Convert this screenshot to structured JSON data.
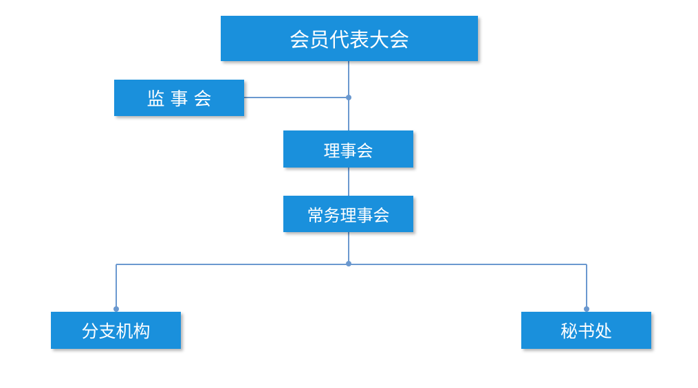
{
  "diagram": {
    "nodes": {
      "top": "会员代表大会",
      "supervisory": "监事会",
      "board": "理事会",
      "standing": "常务理事会",
      "branch": "分支机构",
      "secretariat": "秘书处"
    },
    "colors": {
      "box": "#1a90dc",
      "text": "#ffffff",
      "line": "#6a98cf"
    }
  }
}
